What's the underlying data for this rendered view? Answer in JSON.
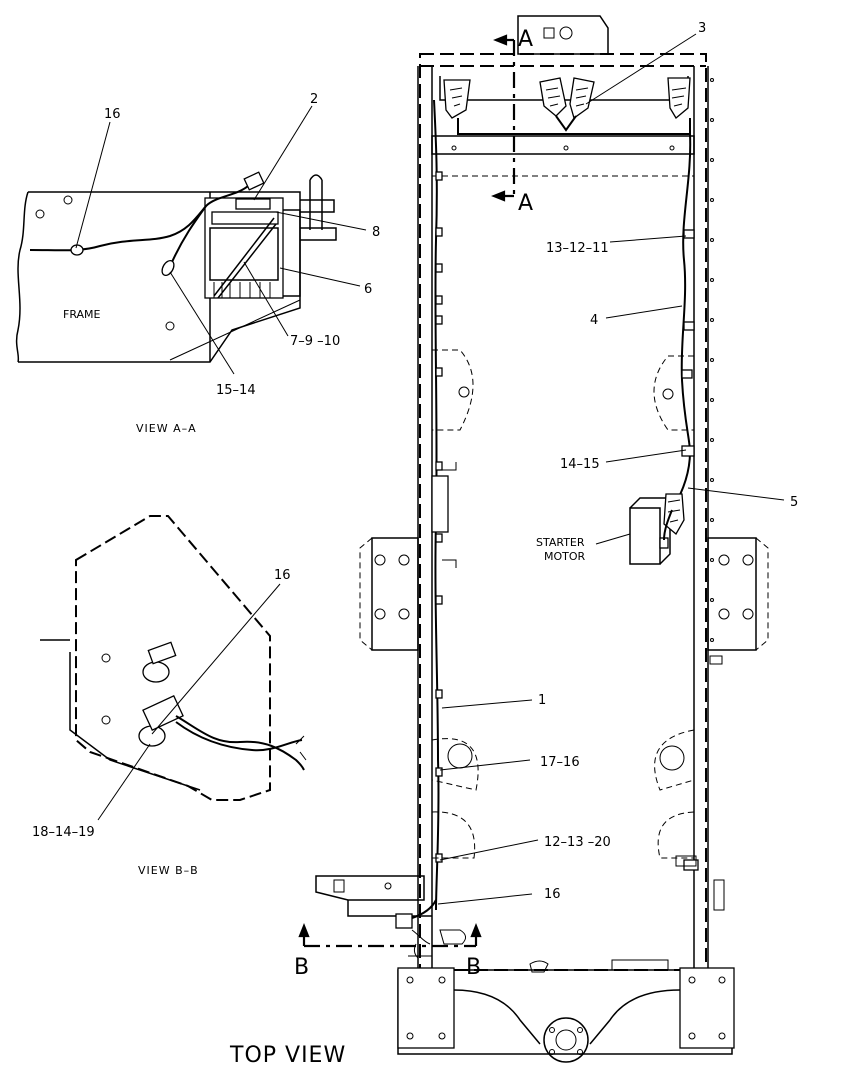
{
  "views": {
    "view_aa": "VIEW  A–A",
    "view_bb": "VIEW  B–B",
    "top": "TOP  VIEW"
  },
  "section_marks": {
    "a_top": "A",
    "a_bottom": "A",
    "b_left": "B",
    "b_right": "B"
  },
  "labels": {
    "frame": "FRAME",
    "starter_motor_line1": "STARTER",
    "starter_motor_line2": "MOTOR"
  },
  "callouts": {
    "c16_aa": "16",
    "c2": "2",
    "c8": "8",
    "c6": "6",
    "c7_9_10": "7–9 –10",
    "c15_14_aa": "15–14",
    "c16_bb": "16",
    "c18_14_19": "18–14–19",
    "c3": "3",
    "c13_12_11": "13–12–11",
    "c4": "4",
    "c14_15": "14–15",
    "c5": "5",
    "c1": "1",
    "c17_16": "17–16",
    "c12_13_20": "12–13 –20",
    "c16_top": "16"
  }
}
